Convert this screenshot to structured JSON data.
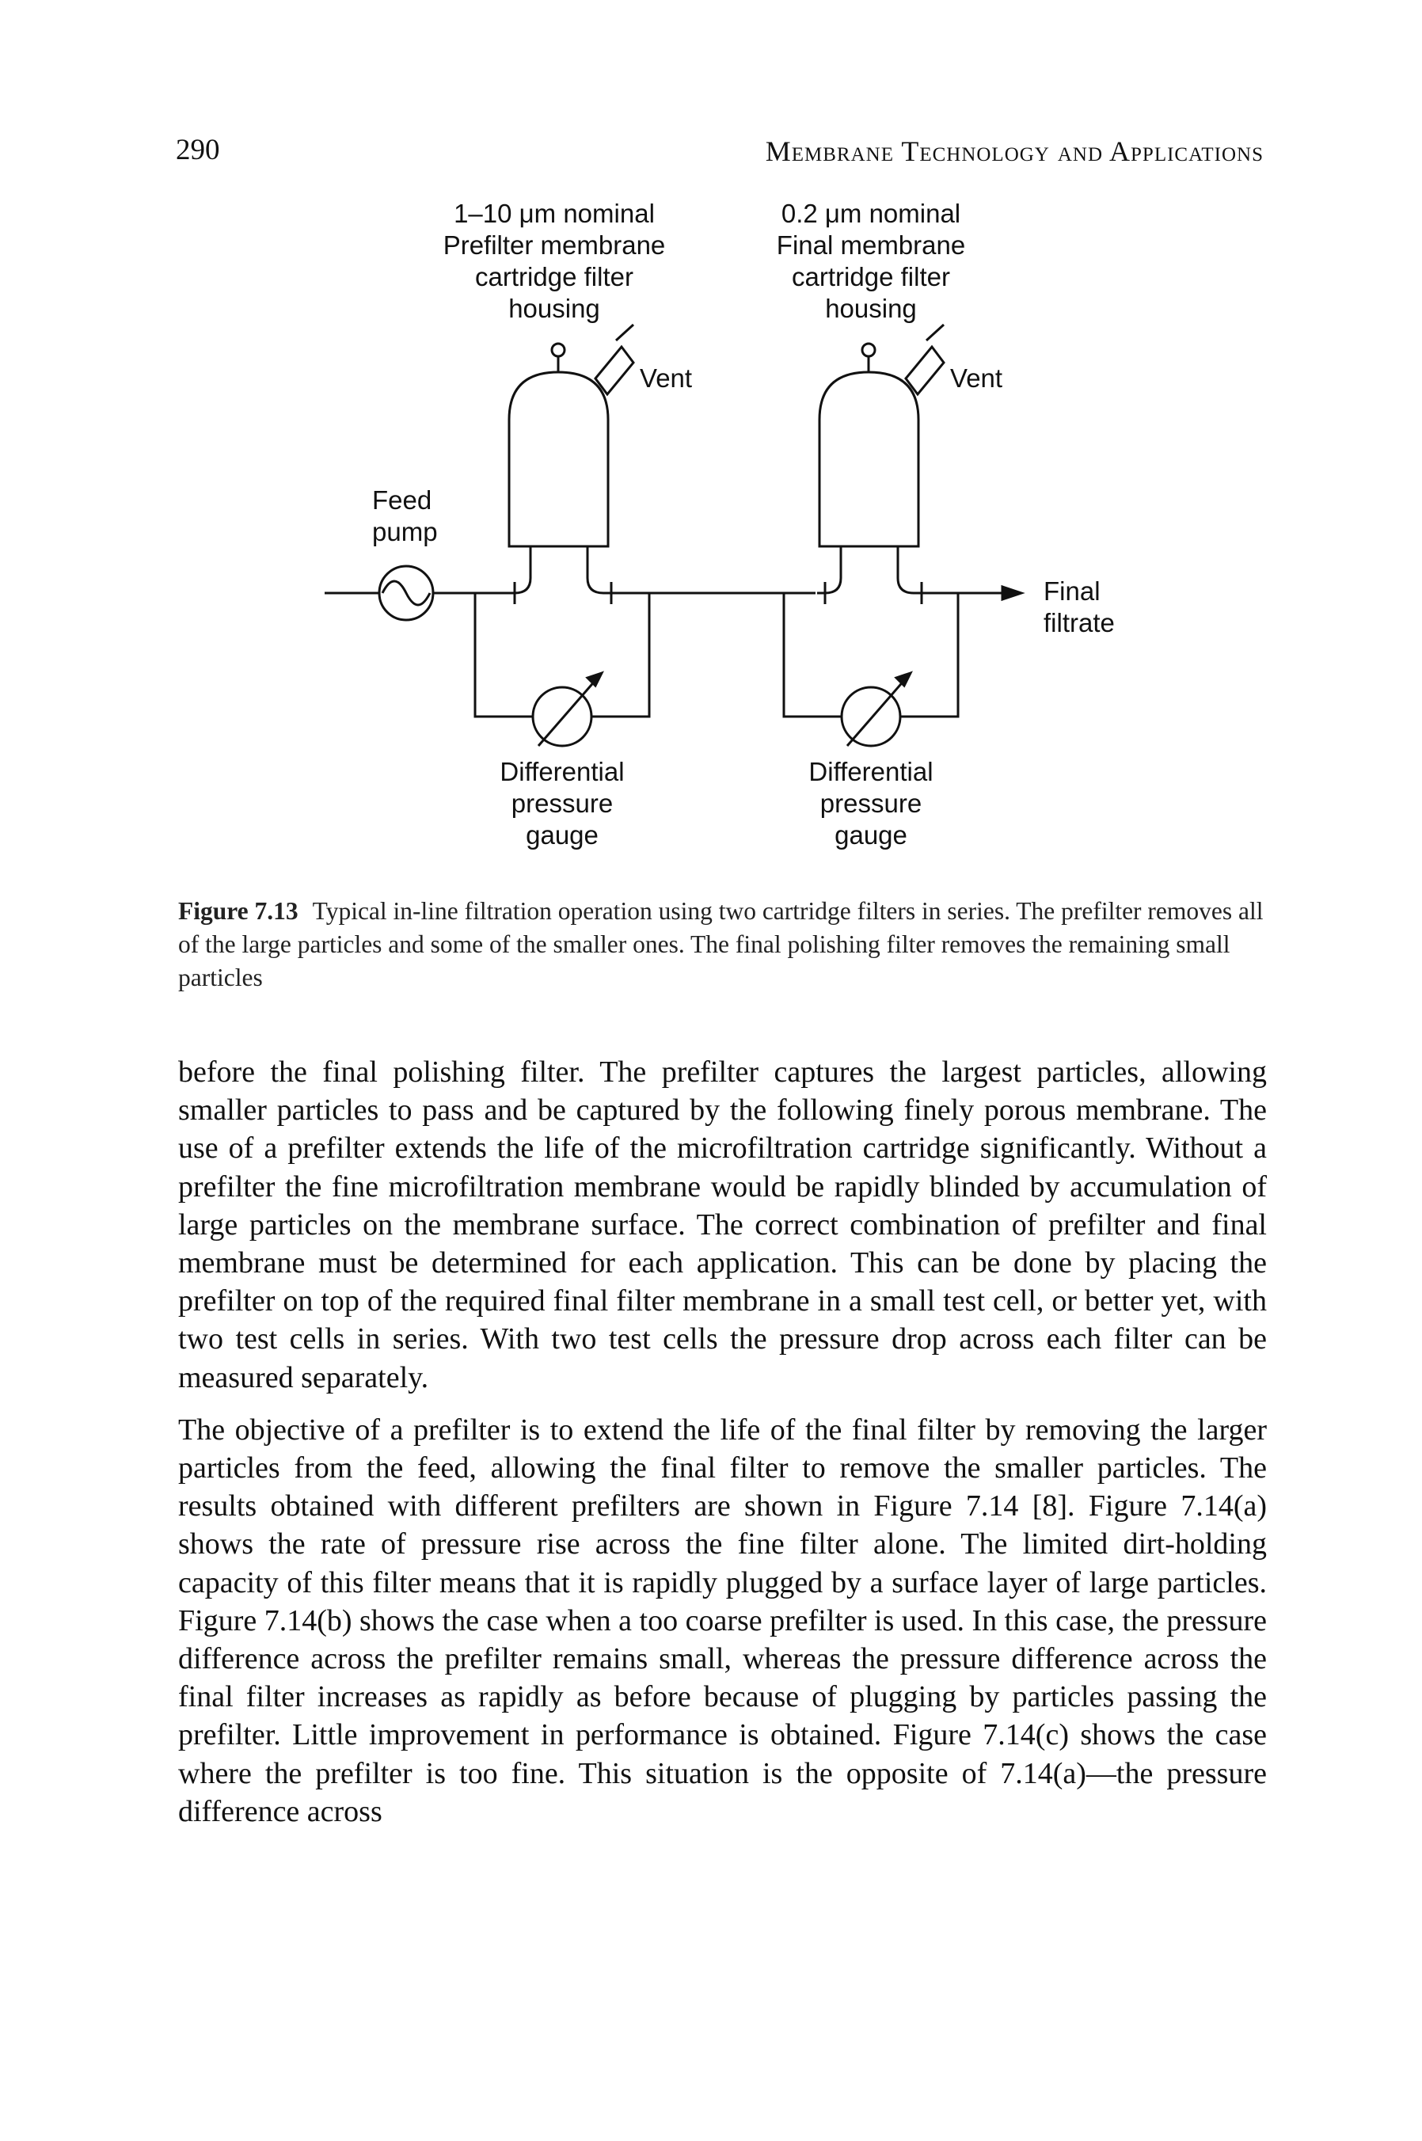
{
  "header": {
    "page_number": "290",
    "book_title": "Membrane Technology and Applications"
  },
  "figure": {
    "labels": {
      "prefilter": "1–10 μm nominal\nPrefilter membrane\ncartridge filter\nhousing",
      "final_filter": "0.2 μm nominal\nFinal membrane\ncartridge filter\nhousing",
      "vent_left": "Vent",
      "vent_right": "Vent",
      "feed_pump": "Feed\npump",
      "final_filtrate": "Final\nfiltrate",
      "gauge_left": "Differential\npressure\ngauge",
      "gauge_right": "Differential\npressure\ngauge"
    },
    "caption_number": "Figure 7.13",
    "caption_text": "Typical in-line filtration operation using two cartridge filters in series. The prefilter removes all of the large particles and some of the smaller ones. The final polishing filter removes the remaining small particles"
  },
  "body": {
    "paragraph_1": "before the final polishing filter. The prefilter captures the largest particles, allowing smaller particles to pass and be captured by the following finely porous membrane. The use of a prefilter extends the life of the microfiltration cartridge significantly. Without a prefilter the fine microfiltration membrane would be rapidly blinded by accumulation of large particles on the membrane surface. The correct combination of prefilter and final membrane must be determined for each application. This can be done by placing the prefilter on top of the required final filter membrane in a small test cell, or better yet, with two test cells in series. With two test cells the pressure drop across each filter can be measured separately.",
    "paragraph_2": "The objective of a prefilter is to extend the life of the final filter by removing the larger particles from the feed, allowing the final filter to remove the smaller particles. The results obtained with different prefilters are shown in Figure 7.14 [8]. Figure 7.14(a) shows the rate of pressure rise across the fine filter alone. The limited dirt-holding capacity of this filter means that it is rapidly plugged by a surface layer of large particles. Figure 7.14(b) shows the case when a too coarse prefilter is used. In this case, the pressure difference across the prefilter remains small, whereas the pressure difference across the final filter increases as rapidly as before because of plugging by particles passing the prefilter. Little improvement in performance is obtained. Figure 7.14(c) shows the case where the prefilter is too fine. This situation is the opposite of 7.14(a)—the pressure difference across"
  }
}
